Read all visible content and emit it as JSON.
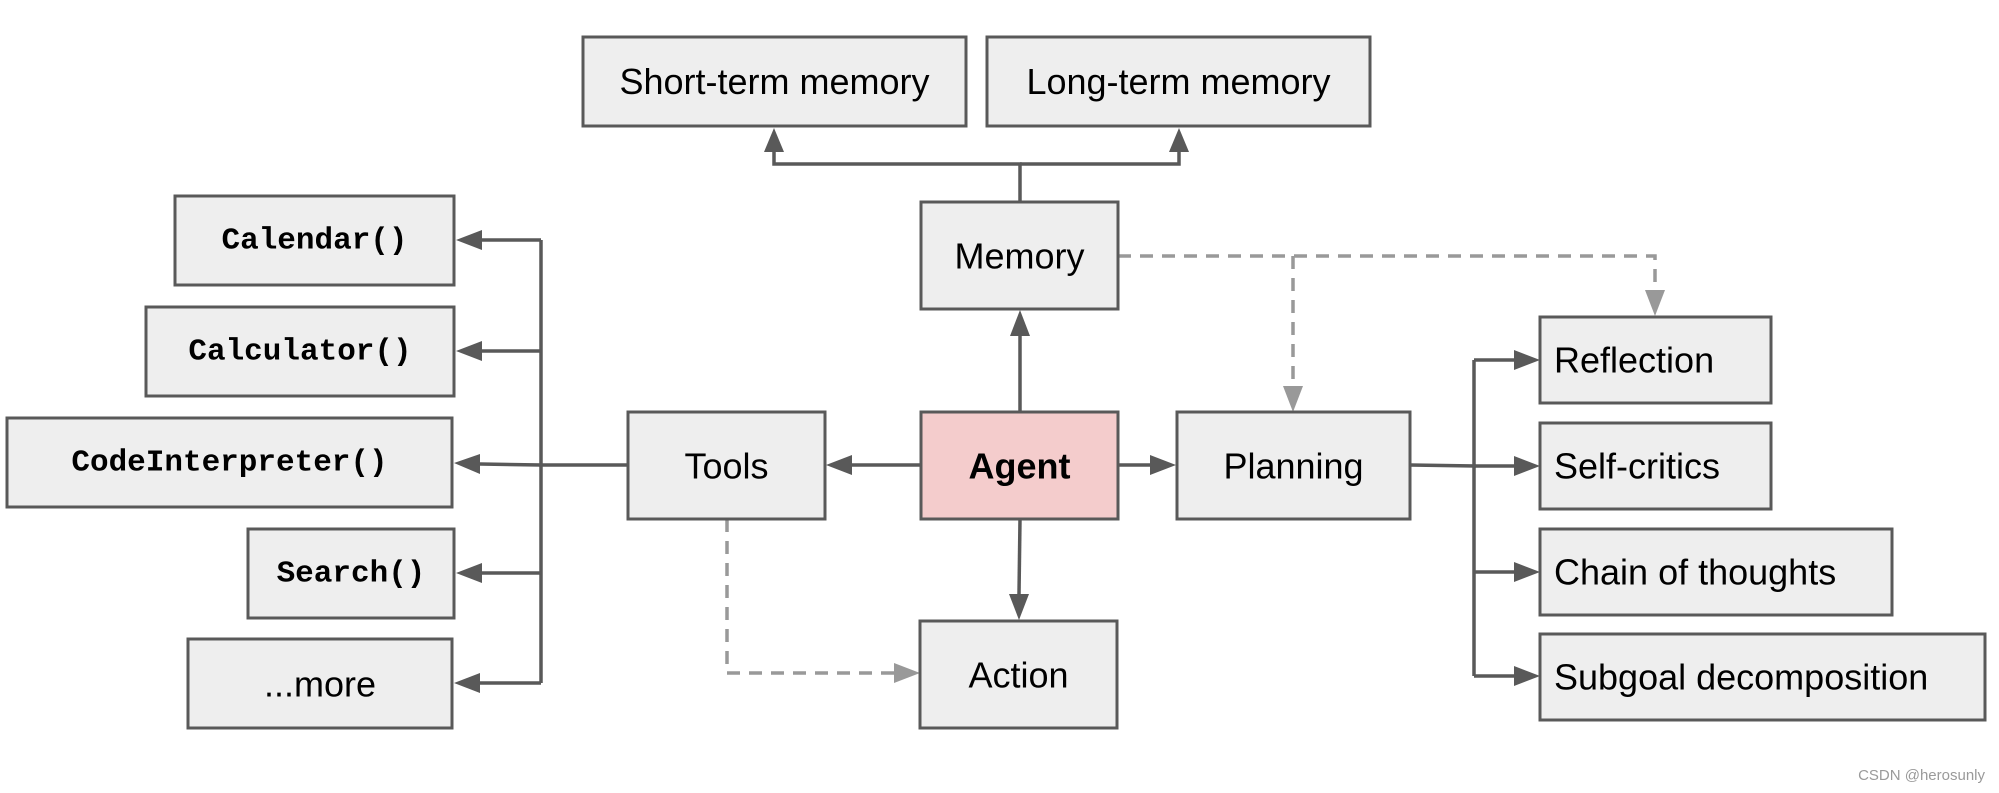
{
  "nodes": {
    "agent": "Agent",
    "memory": "Memory",
    "short_term_memory": "Short-term memory",
    "long_term_memory": "Long-term memory",
    "tools": "Tools",
    "planning": "Planning",
    "action": "Action",
    "calendar": "Calendar()",
    "calculator": "Calculator()",
    "code_interpreter": "CodeInterpreter()",
    "search": "Search()",
    "more": "...more",
    "reflection": "Reflection",
    "self_critics": "Self-critics",
    "chain_of_thoughts": "Chain of thoughts",
    "subgoal_decomposition": "Subgoal decomposition"
  },
  "watermark": "CSDN @herosunly",
  "colors": {
    "agent_fill": "#f4cccc",
    "box_fill": "#eeeeee",
    "line": "#595959",
    "dashed_line": "#999999"
  }
}
